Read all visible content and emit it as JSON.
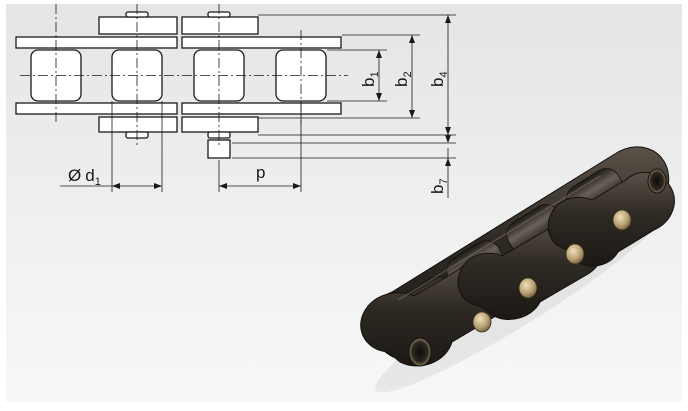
{
  "labels": {
    "diameter": "Ø",
    "d_base": "d",
    "d_sub": "1",
    "pitch": "p",
    "b1_base": "b",
    "b1_sub": "1",
    "b2_base": "b",
    "b2_sub": "2",
    "b4_base": "b",
    "b4_sub": "4",
    "b7_base": "b",
    "b7_sub": "7"
  },
  "colors": {
    "background_top": "#e4e5e6",
    "background_bottom": "#f7f7f7",
    "line": "#1a1a1a",
    "chain_dark": "#2a2621",
    "chain_mid": "#4a433b",
    "pin_brass": "#c9b287"
  },
  "icons": {
    "chain_photo": "roller-chain-photo"
  }
}
